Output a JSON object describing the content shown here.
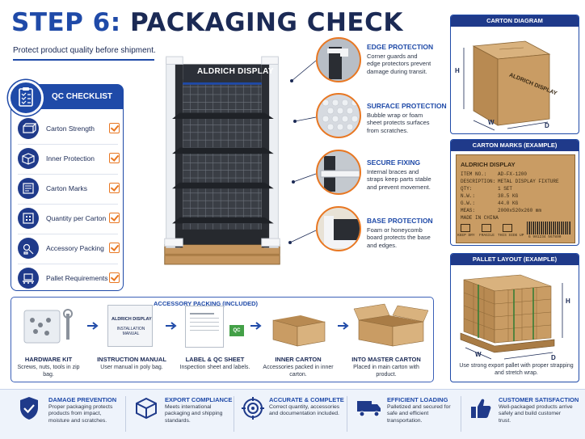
{
  "title": {
    "step": "STEP 6:",
    "main": "PACKAGING CHECK"
  },
  "subtitle": "Protect product quality before shipment.",
  "qc": {
    "heading": "QC CHECKLIST",
    "items": [
      {
        "label": "Carton Strength",
        "icon": "carton-icon"
      },
      {
        "label": "Inner Protection",
        "icon": "protection-icon"
      },
      {
        "label": "Carton Marks",
        "icon": "marks-icon"
      },
      {
        "label": "Quantity per Carton",
        "icon": "quantity-icon"
      },
      {
        "label": "Accessory Packing",
        "icon": "accessory-icon"
      },
      {
        "label": "Pallet Requirements",
        "icon": "pallet-icon"
      }
    ]
  },
  "display": {
    "sign": "ALDRICH DISPLAY"
  },
  "callouts": [
    {
      "title": "EDGE PROTECTION",
      "text": "Corner guards and edge protectors prevent damage during transit."
    },
    {
      "title": "SURFACE PROTECTION",
      "text": "Bubble wrap or foam sheet protects surfaces from scratches."
    },
    {
      "title": "SECURE FIXING",
      "text": "Internal braces and straps keep parts stable and prevent movement."
    },
    {
      "title": "BASE PROTECTION",
      "text": "Foam or honeycomb board protects the base and edges."
    }
  ],
  "carton_diagram": {
    "heading": "CARTON DIAGRAM",
    "box_text": "ALDRICH DISPLAY",
    "h": "H",
    "w": "W",
    "d": "D"
  },
  "carton_marks": {
    "heading": "CARTON MARKS (EXAMPLE)",
    "brand": "ALDRICH DISPLAY",
    "rows": [
      {
        "k": "ITEM NO.:",
        "v": "AD-FX-1200"
      },
      {
        "k": "DESCRIPTION:",
        "v": "METAL DISPLAY FIXTURE"
      },
      {
        "k": "QTY:",
        "v": "1 SET"
      },
      {
        "k": "N.W.:",
        "v": "38.5 KG"
      },
      {
        "k": "G.W.:",
        "v": "44.0 KG"
      },
      {
        "k": "MEAS:",
        "v": "2000x520x260 mm"
      }
    ],
    "origin": "MADE IN CHINA",
    "symbols": [
      "KEEP DRY",
      "FRAGILE",
      "THIS SIDE UP"
    ],
    "barcode_number": "6 901234 567890"
  },
  "pallet": {
    "heading": "PALLET LAYOUT (EXAMPLE)",
    "h": "H",
    "w": "W",
    "d": "D",
    "caption": "Use strong export pallet with proper strapping and stretch wrap."
  },
  "accessory": {
    "heading": "ACCESSORY PACKING (INCLUDED)",
    "items": [
      {
        "label": "HARDWARE KIT",
        "text": "Screws, nuts, tools in zip bag."
      },
      {
        "label": "INSTRUCTION MANUAL",
        "text": "User manual in poly bag.",
        "cover_brand": "ALDRICH DISPLAY",
        "cover_title": "INSTALLATION MANUAL"
      },
      {
        "label": "LABEL & QC SHEET",
        "text": "Inspection sheet and labels.",
        "qc_tag": "QC"
      },
      {
        "label": "INNER CARTON",
        "text": "Accessories packed in inner carton."
      },
      {
        "label": "INTO MASTER CARTON",
        "text": "Placed in main carton with product."
      }
    ]
  },
  "benefits": [
    {
      "title": "DAMAGE PREVENTION",
      "text": "Proper packaging protects products from impact, moisture and scratches.",
      "icon": "shield-check-icon"
    },
    {
      "title": "EXPORT COMPLIANCE",
      "text": "Meets international packaging and shipping standards.",
      "icon": "box-icon"
    },
    {
      "title": "ACCURATE & COMPLETE",
      "text": "Correct quantity, accessories and documentation included.",
      "icon": "target-icon"
    },
    {
      "title": "EFFICIENT LOADING",
      "text": "Palletized and secured for safe and efficient transportation.",
      "icon": "truck-icon"
    },
    {
      "title": "CUSTOMER SATISFACTION",
      "text": "Well-packaged products arrive safely and build customer trust.",
      "icon": "thumbs-up-icon"
    }
  ],
  "colors": {
    "primary": "#1f4aa8",
    "navy": "#1b2a55",
    "accent": "#e87722",
    "carton": "#c4955e"
  }
}
